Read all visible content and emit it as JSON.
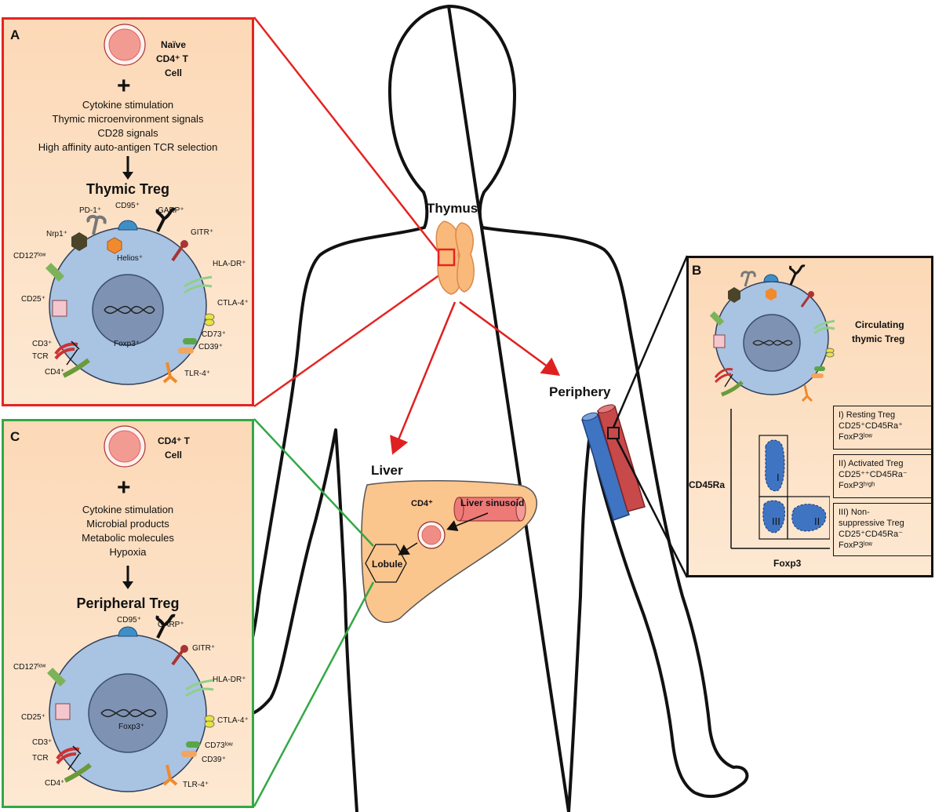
{
  "colors": {
    "panel_a_border": "#e52421",
    "panel_c_border": "#33a846",
    "panel_b_border": "#111111",
    "panel_fill": "#fde0c4",
    "cell_blue": "#a9c3e2",
    "nucleus": "#7e93b3",
    "naive_cell": "#f29b93",
    "thymus": "#f9b97b",
    "liver": "#fbc58e",
    "vein": "#3f74c2",
    "artery": "#c8494a",
    "arrow_red": "#e02020"
  },
  "panel_a": {
    "letter": "A",
    "naive_label_1": "Naïve",
    "naive_label_2": "CD4⁺ T",
    "naive_label_3": "Cell",
    "plus": "+",
    "signals": [
      "Cytokine stimulation",
      "Thymic microenvironment signals",
      "CD28 signals",
      "High affinity auto-antigen TCR selection"
    ],
    "title": "Thymic Treg",
    "markers": {
      "pd1": "PD-1⁺",
      "cd95": "CD95⁺",
      "garp": "GARP⁺",
      "nrp1": "Nrp1⁺",
      "gitr": "GITR⁺",
      "helios": "Helios⁺",
      "cd127": "CD127ˡᵒʷ",
      "hladr": "HLA-DR⁺",
      "cd25": "CD25⁺",
      "ctla4": "CTLA-4⁺",
      "cd3": "CD3⁺",
      "cd73": "CD73⁺",
      "tcr": "TCR",
      "cd39": "CD39⁺",
      "cd4": "CD4⁺",
      "tlr4": "TLR-4⁺",
      "foxp3": "Foxp3⁺"
    }
  },
  "panel_c": {
    "letter": "C",
    "cell_label_1": "CD4⁺ T",
    "cell_label_2": "Cell",
    "plus": "+",
    "signals": [
      "Cytokine stimulation",
      "Microbial products",
      "Metabolic molecules",
      "Hypoxia"
    ],
    "title": "Peripheral Treg",
    "markers": {
      "cd95": "CD95⁺",
      "garp": "GARP⁺",
      "gitr": "GITR⁺",
      "cd127": "CD127ˡᵒʷ",
      "hladr": "HLA-DR⁺",
      "cd25": "CD25⁺",
      "ctla4": "CTLA-4⁺",
      "cd3": "CD3⁺",
      "cd73": "CD73ˡᵒʷ",
      "tcr": "TCR",
      "cd39": "CD39⁺",
      "cd4": "CD4⁺",
      "tlr4": "TLR-4⁺",
      "foxp3": "Foxp3⁺"
    }
  },
  "panel_b": {
    "letter": "B",
    "cell_label_1": "Circulating",
    "cell_label_2": "thymic Treg",
    "y_axis": "CD45Ra",
    "x_axis": "Foxp3",
    "gate_1": "I",
    "gate_2": "II",
    "gate_3": "III",
    "legend": [
      [
        "I) Resting Treg",
        "CD25⁺CD45Ra⁺",
        "FoxP3ˡᵒʷ"
      ],
      [
        "II) Activated Treg",
        "CD25⁺⁺CD45Ra⁻",
        "FoxP3ʰⁱᵍʰ"
      ],
      [
        "III) Non-",
        "suppressive Treg",
        "CD25⁺CD45Ra⁻",
        "FoxP3ˡᵒʷ"
      ]
    ]
  },
  "body": {
    "thymus": "Thymus",
    "periphery": "Periphery",
    "liver": "Liver",
    "cd4": "CD4⁺",
    "liver_sinusoid": "Liver sinusoid",
    "lobule": "Lobule"
  }
}
